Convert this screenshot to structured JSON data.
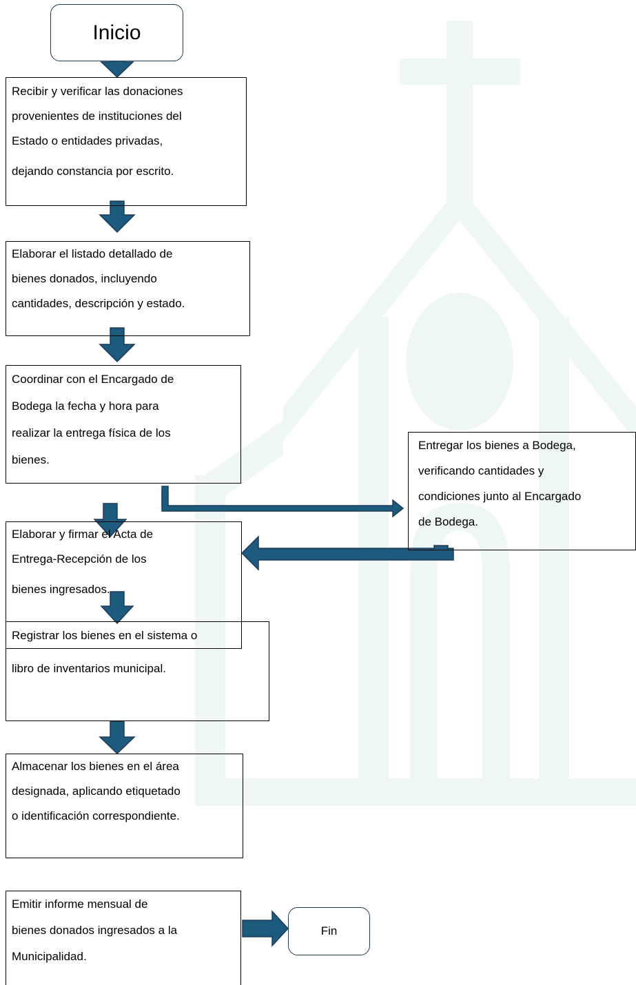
{
  "diagram": {
    "start_label": "Inicio",
    "end_label": "Fin",
    "steps": [
      {
        "lines": [
          "Recibir y verificar las donaciones",
          "provenientes de instituciones del",
          "Estado o entidades privadas,",
          "dejando constancia por escrito."
        ]
      },
      {
        "lines": [
          "Elaborar el listado detallado de",
          "bienes donados, incluyendo",
          "cantidades, descripción y estado."
        ]
      },
      {
        "lines": [
          "Coordinar con el Encargado de",
          "Bodega la fecha y hora para",
          "realizar la entrega física de los",
          "bienes."
        ]
      },
      {
        "lines": [
          "Entregar los bienes a Bodega,",
          "verificando cantidades y",
          "condiciones junto al Encargado",
          "de Bodega."
        ]
      },
      {
        "lines": [
          "Elaborar y firmar el Acta de",
          "Entrega-Recepción de los",
          "bienes ingresados."
        ]
      },
      {
        "lines": [
          "Registrar los bienes en el sistema o",
          "libro de inventarios municipal."
        ]
      },
      {
        "lines": [
          "Almacenar los bienes en el área",
          "designada, aplicando etiquetado",
          "o identificación correspondiente."
        ]
      },
      {
        "lines": [
          "Emitir informe mensual de",
          "bienes donados ingresados a la",
          "Municipalidad."
        ]
      }
    ]
  },
  "colors": {
    "arrow_fill": "#1c5a7e",
    "arrow_stroke": "#1f3a57",
    "watermark": "#eef7f5"
  }
}
